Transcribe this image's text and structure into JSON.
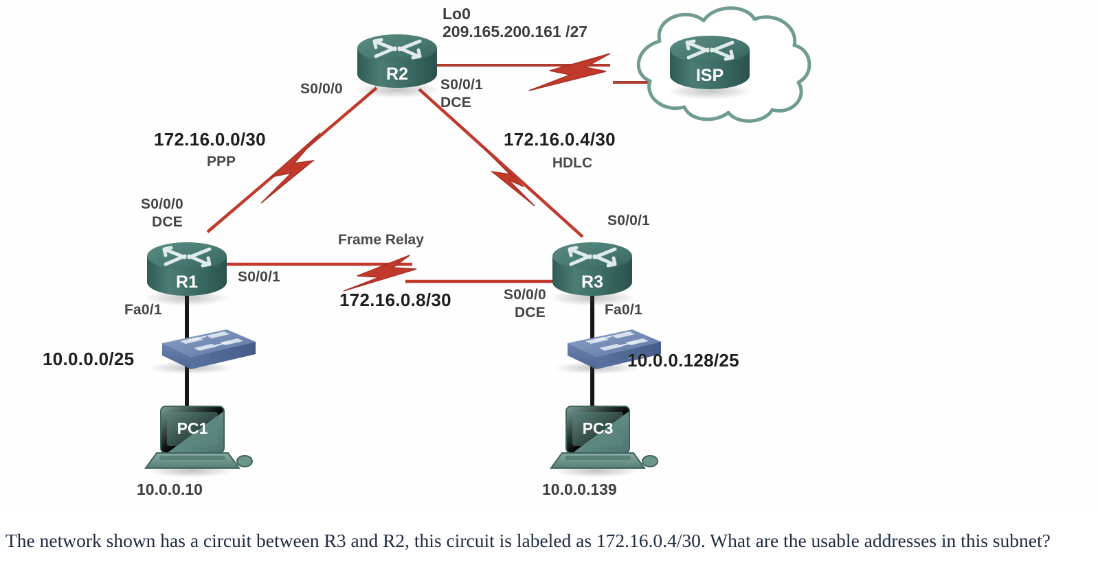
{
  "diagram": {
    "title": "Network topology with R1, R2, R3 and ISP",
    "colors": {
      "link": "#c0392b",
      "link_dark": "#9e2b21",
      "router_body": "#3f6f68",
      "router_top": "#517f78",
      "cloud_outline": "#6f9b93",
      "switch_body": "#6d83ac",
      "switch_top": "#8296bd",
      "pc_body": "#6d938d",
      "ethernet": "#161616",
      "text": "#3a3a3a",
      "subnet_text": "#1d1d1d",
      "question_text": "#1e2b43"
    },
    "devices": [
      {
        "id": "r2",
        "type": "router",
        "label": "R2"
      },
      {
        "id": "isp",
        "type": "router-in-cloud",
        "label": "ISP"
      },
      {
        "id": "r1",
        "type": "router",
        "label": "R1"
      },
      {
        "id": "r3",
        "type": "router",
        "label": "R3"
      },
      {
        "id": "sw1",
        "type": "switch",
        "label": ""
      },
      {
        "id": "sw3",
        "type": "switch",
        "label": ""
      },
      {
        "id": "pc1",
        "type": "pc",
        "label": "PC1"
      },
      {
        "id": "pc3",
        "type": "pc",
        "label": "PC3"
      }
    ],
    "loopback": {
      "name": "Lo0",
      "address": "209.165.200.161 /27"
    },
    "interfaces": {
      "r2_s000": "S0/0/0",
      "r2_s001": "S0/0/1",
      "r2_s001_dce": "DCE",
      "r1_s000": "S0/0/0",
      "r1_s000_dce": "DCE",
      "r1_s001": "S0/0/1",
      "r1_fa01": "Fa0/1",
      "r3_s001": "S0/0/1",
      "r3_s000": "S0/0/0",
      "r3_s000_dce": "DCE",
      "r3_fa01": "Fa0/1"
    },
    "links": [
      {
        "id": "r1-r2",
        "subnet": "172.16.0.0/30",
        "protocol": "PPP"
      },
      {
        "id": "r2-r3",
        "subnet": "172.16.0.4/30",
        "protocol": "HDLC"
      },
      {
        "id": "r1-r3",
        "subnet": "172.16.0.8/30",
        "protocol": "Frame Relay"
      }
    ],
    "lans": [
      {
        "id": "lan1",
        "subnet": "10.0.0.0/25",
        "host": "10.0.0.10"
      },
      {
        "id": "lan3",
        "subnet": "10.0.0.128/25",
        "host": "10.0.0.139"
      }
    ]
  },
  "question": {
    "text": "The network shown has a circuit between R3 and R2, this circuit is labeled as 172.16.0.4/30. What are the usable addresses in this subnet?"
  }
}
